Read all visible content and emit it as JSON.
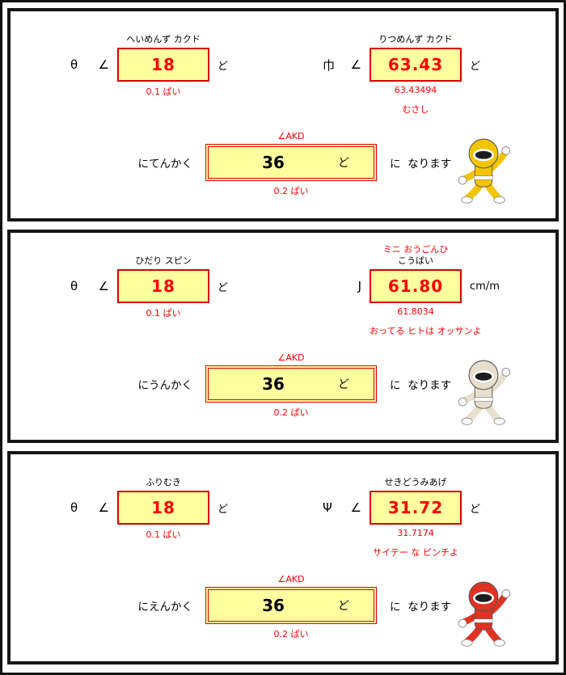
{
  "theme": {
    "box_fill": "#ffffa0",
    "value_red": "#ff0000",
    "box_border_red": "#dd0000",
    "panel_border_black": "#161616"
  },
  "panels": [
    {
      "name": "plan-elevation-angle",
      "left": {
        "label": "へいめんず カクド",
        "symbols": [
          "θ",
          "∠"
        ],
        "value": "18",
        "unit": "ど",
        "note": "0.1 ぱい"
      },
      "right": {
        "label": "りつめんず カクド",
        "symbols": [
          "巾",
          "∠"
        ],
        "value": "63.43",
        "unit": "ど",
        "note": "63.43494",
        "comment": "むさし"
      },
      "result": {
        "label": "∠AKD",
        "prefix": "にてんかく",
        "value": "36",
        "unit": "ど",
        "suffix": "に  なります",
        "note": "0.2 ぱい"
      },
      "character": {
        "name": "yellow-ranger",
        "color": "#f3c400"
      }
    },
    {
      "name": "left-spin-gradient",
      "left": {
        "label": "ひだり スピン",
        "symbols": [
          "θ",
          "∠"
        ],
        "value": "18",
        "unit": "ど",
        "note": "0.1 ぱい"
      },
      "right": {
        "label_red": "ミニ おうごんひ",
        "label": "こうばい",
        "symbols": [
          "J"
        ],
        "value": "61.80",
        "unit": "cm/m",
        "note": "61.8034",
        "comment": "おってる ヒトは オッサンよ"
      },
      "result": {
        "label": "∠AKD",
        "prefix": "にうんかく",
        "value": "36",
        "unit": "ど",
        "suffix": "に  なります",
        "note": "0.2 ぱい"
      },
      "character": {
        "name": "white-ranger",
        "color": "#e7dfcd"
      }
    },
    {
      "name": "turn-around-equator-lookup",
      "left": {
        "label": "ふりむき",
        "symbols": [
          "θ",
          "∠"
        ],
        "value": "18",
        "unit": "ど",
        "note": "0.1 ぱい"
      },
      "right": {
        "label": "せきどうみあげ",
        "symbols": [
          "Ψ",
          "∠"
        ],
        "value": "31.72",
        "unit": "ど",
        "note": "31.7174",
        "comment": "サイテー な ピンチよ"
      },
      "result": {
        "label": "∠AKD",
        "prefix": "にえんかく",
        "value": "36",
        "unit": "ど",
        "suffix": "に  なります",
        "note": "0.2 ぱい"
      },
      "character": {
        "name": "red-ranger",
        "color": "#e03222"
      }
    }
  ]
}
